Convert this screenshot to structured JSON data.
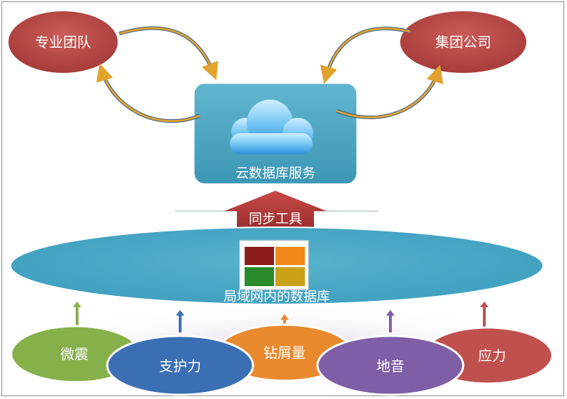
{
  "nodes": {
    "team": "专业团队",
    "group": "集团公司",
    "cloud_service": "云数据库服务",
    "sync_tool": "同步工具",
    "lan_db": "局域网内的数据库"
  },
  "sources": [
    {
      "label": "微震",
      "color": "#86b04a"
    },
    {
      "label": "支护力",
      "color": "#3b6fb4"
    },
    {
      "label": "钻屑量",
      "color": "#e98a2e"
    },
    {
      "label": "地音",
      "color": "#7e5ea6"
    },
    {
      "label": "应力",
      "color": "#c0504d"
    }
  ],
  "colors": {
    "red_node": "#b94a48",
    "teal": "#4fa7c3",
    "arrow_gold": "#e1a32c",
    "sync_arrow": "#b23b3b"
  }
}
